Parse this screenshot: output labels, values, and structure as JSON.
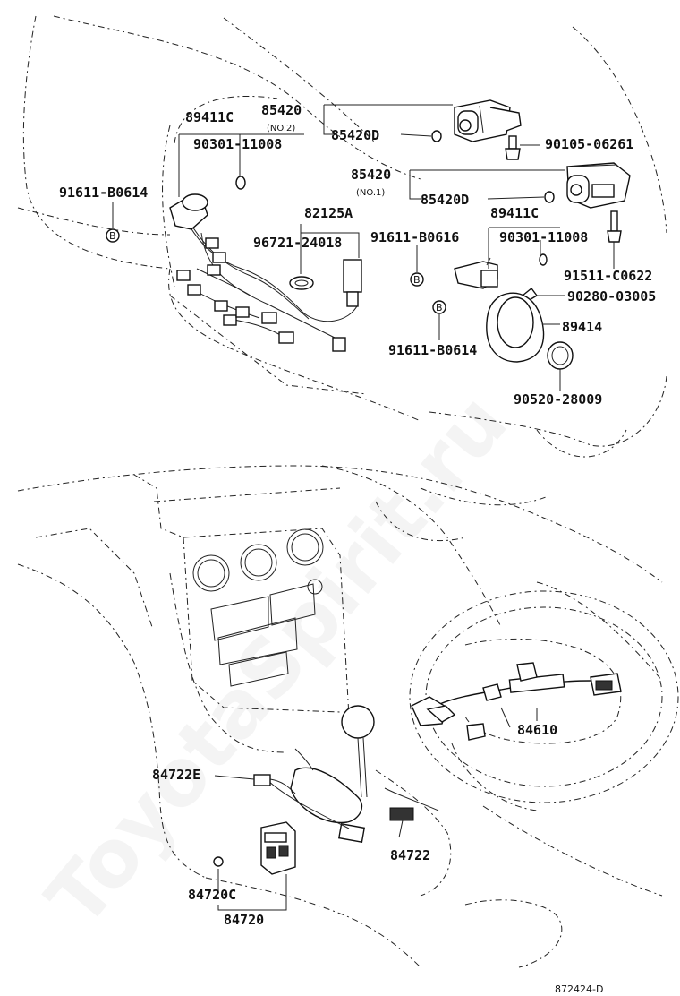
{
  "watermark": "ToyotaSpirit.ru",
  "figure_code": "872424-D",
  "callouts": {
    "p89411C_top": "89411C",
    "p90301_11008_top": "90301-11008",
    "p85420_no2": "85420",
    "no2": "(NO.2)",
    "p85420D_no2": "85420D",
    "p90105_06261": "90105-06261",
    "p85420_no1": "85420",
    "no1": "(NO.1)",
    "p85420D_no1": "85420D",
    "p91611_B0614_left": "91611-B0614",
    "p82125A": "82125A",
    "p89411C_right": "89411C",
    "p96721_24018": "96721-24018",
    "p91611_B0616": "91611-B0616",
    "p90301_11008_right": "90301-11008",
    "p91511_C0622": "91511-C0622",
    "p90280_03005": "90280-03005",
    "p89414": "89414",
    "p91611_B0614_lower": "91611-B0614",
    "p90520_28009": "90520-28009",
    "p84610": "84610",
    "p84722E": "84722E",
    "p84722": "84722",
    "p84720C": "84720C",
    "p84720": "84720"
  },
  "bolt_marker": "B"
}
